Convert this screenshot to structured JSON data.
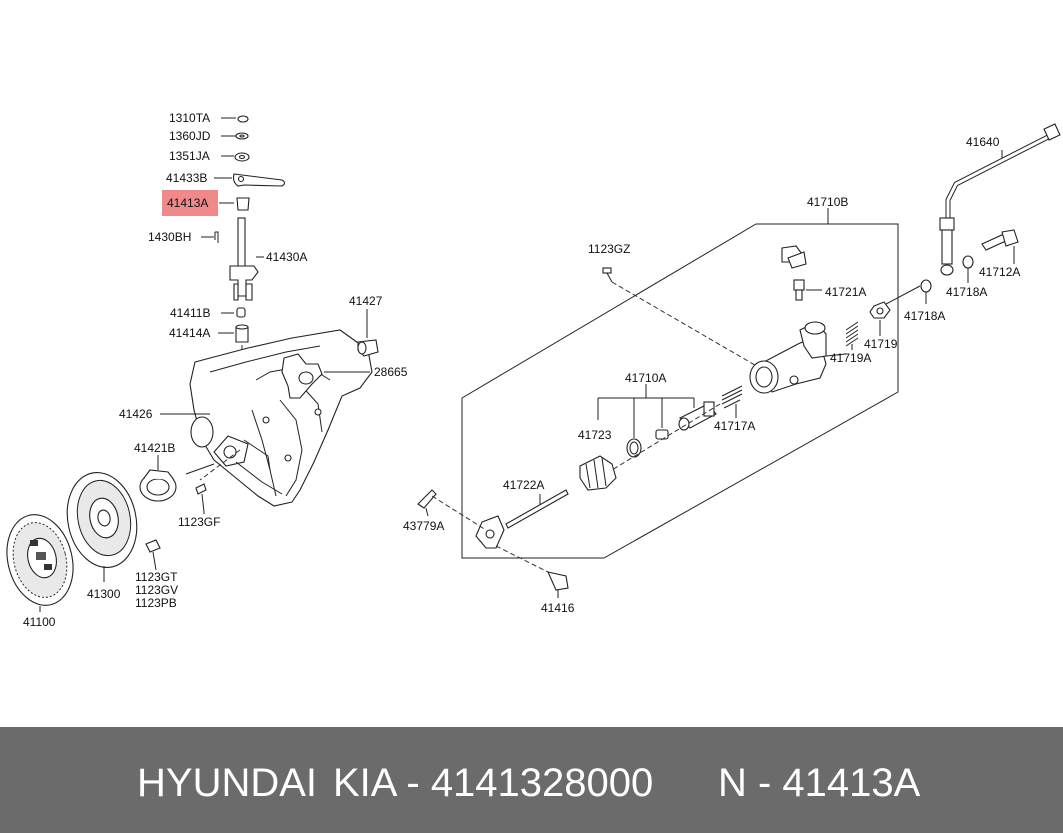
{
  "highlight_color": "#f08a8a",
  "footer_bg": "#6b6b6b",
  "labels": {
    "l1310TA": "1310TA",
    "l1360JD": "1360JD",
    "l1351JA": "1351JA",
    "l41433B": "41433B",
    "l41413A": "41413A",
    "l1430BH": "1430BH",
    "l41430A": "41430A",
    "l41411B": "41411B",
    "l41414A": "41414A",
    "l41427": "41427",
    "l28665": "28665",
    "l41426": "41426",
    "l41421B": "41421B",
    "l1123GF": "1123GF",
    "l41300": "41300",
    "l1123GT": "1123GT",
    "l1123GV": "1123GV",
    "l1123PB": "1123PB",
    "l41100": "41100",
    "l41710B": "41710B",
    "l1123GZ": "1123GZ",
    "l41721A": "41721A",
    "l41719A": "41719A",
    "l41719": "41719",
    "l41718A_1": "41718A",
    "l41718A_2": "41718A",
    "l41712A": "41712A",
    "l41640": "41640",
    "l41710A": "41710A",
    "l41723": "41723",
    "l41717A": "41717A",
    "l41722A": "41722A",
    "l43779A": "43779A",
    "l41416": "41416"
  },
  "footer": {
    "brand": "HYUNDAI",
    "part_number": "KIA - 4141328000",
    "reference": "N - 41413A"
  }
}
